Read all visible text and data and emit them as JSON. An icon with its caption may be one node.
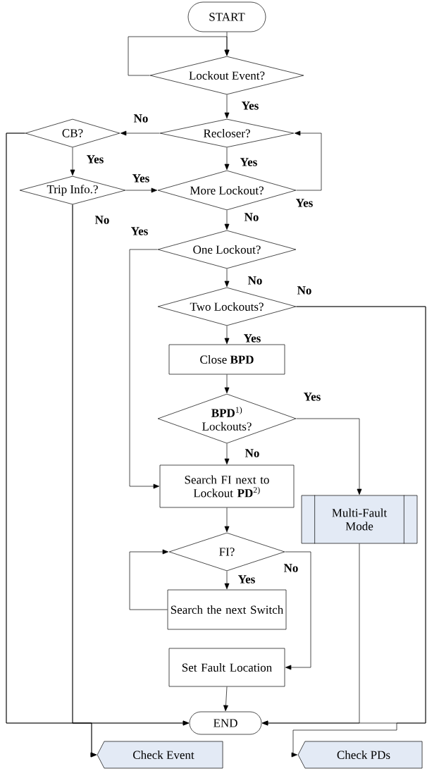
{
  "diagram": {
    "nodes": [
      {
        "text": [
          "START"
        ]
      },
      {
        "text": [
          "Lockout Event?"
        ]
      },
      {
        "text": [
          "Recloser?"
        ]
      },
      {
        "text": [
          "CB?"
        ]
      },
      {
        "text": [
          "Trip Info.?"
        ]
      },
      {
        "text": [
          "More Lockout?"
        ]
      },
      {
        "text": [
          "One Lockout?"
        ]
      },
      {
        "text": [
          "Two Lockouts?"
        ]
      },
      {
        "text": [
          "Close **BPD**"
        ]
      },
      {
        "text": [
          "**BPD**$^{1)}$ Lockouts?"
        ]
      },
      {
        "text": [
          "Search FI next to Lockout **PD**$^{2)}$"
        ]
      },
      {
        "text": [
          "Multi-Fault Mode"
        ]
      },
      {
        "text": [
          "FI?"
        ]
      },
      {
        "text": [
          "Search the next Switch"
        ]
      },
      {
        "text": [
          "Set Fault Location"
        ]
      },
      {
        "text": [
          "END"
        ]
      },
      {
        "text": [
          "Check Event"
        ]
      },
      {
        "text": [
          "Check PDs"
        ]
      }
    ],
    "edges": [
      {
        "from": 0,
        "to": 1,
        "arrow": "to"
      },
      {
        "from": 1,
        "to": 1,
        "arrow": "to"
      },
      {
        "from": 1,
        "to": 2,
        "arrow": "to",
        "label": "Yes"
      },
      {
        "from": 2,
        "to": 3,
        "arrow": "to",
        "label": "No"
      },
      {
        "from": 2,
        "to": 5,
        "arrow": "to",
        "label": "Yes"
      },
      {
        "from": 3,
        "to": 4,
        "arrow": "to",
        "label": "Yes"
      },
      {
        "from": 4,
        "to": 5,
        "arrow": "to",
        "label": "Yes"
      },
      {
        "from": 5,
        "to": 2,
        "arrow": "to",
        "label": "Yes"
      },
      {
        "from": 5,
        "to": 6,
        "arrow": "to",
        "label": "No"
      },
      {
        "from": 6,
        "to": 10,
        "arrow": "to",
        "label": "Yes"
      },
      {
        "from": 6,
        "to": 7,
        "arrow": "to",
        "label": "No"
      },
      {
        "from": 7,
        "to": 8,
        "arrow": "to",
        "label": "Yes"
      },
      {
        "from": 7,
        "to": 15,
        "arrow": "to",
        "label": "No"
      },
      {
        "from": 8,
        "to": 9,
        "arrow": "to"
      },
      {
        "from": 9,
        "to": 11,
        "arrow": "to",
        "label": "Yes"
      },
      {
        "from": 9,
        "to": 10,
        "arrow": "to",
        "label": "No"
      },
      {
        "from": 10,
        "to": 12,
        "arrow": "to"
      },
      {
        "from": 12,
        "to": 13,
        "arrow": "to",
        "label": "Yes"
      },
      {
        "from": 13,
        "to": 12,
        "arrow": "to"
      },
      {
        "from": 12,
        "to": 14,
        "arrow": "to",
        "label": "No"
      },
      {
        "from": 14,
        "to": 15,
        "arrow": "to"
      },
      {
        "from": 11,
        "to": 15,
        "arrow": "to"
      },
      {
        "from": 3,
        "to": 15,
        "arrow": "to"
      },
      {
        "from": 4,
        "to": 15,
        "arrow": "to",
        "label": "No"
      },
      {
        "from": 3,
        "to": 16,
        "arrow": "to"
      },
      {
        "from": 4,
        "to": 16,
        "arrow": "to"
      },
      {
        "from": 7,
        "to": 17,
        "arrow": "to"
      }
    ]
  }
}
